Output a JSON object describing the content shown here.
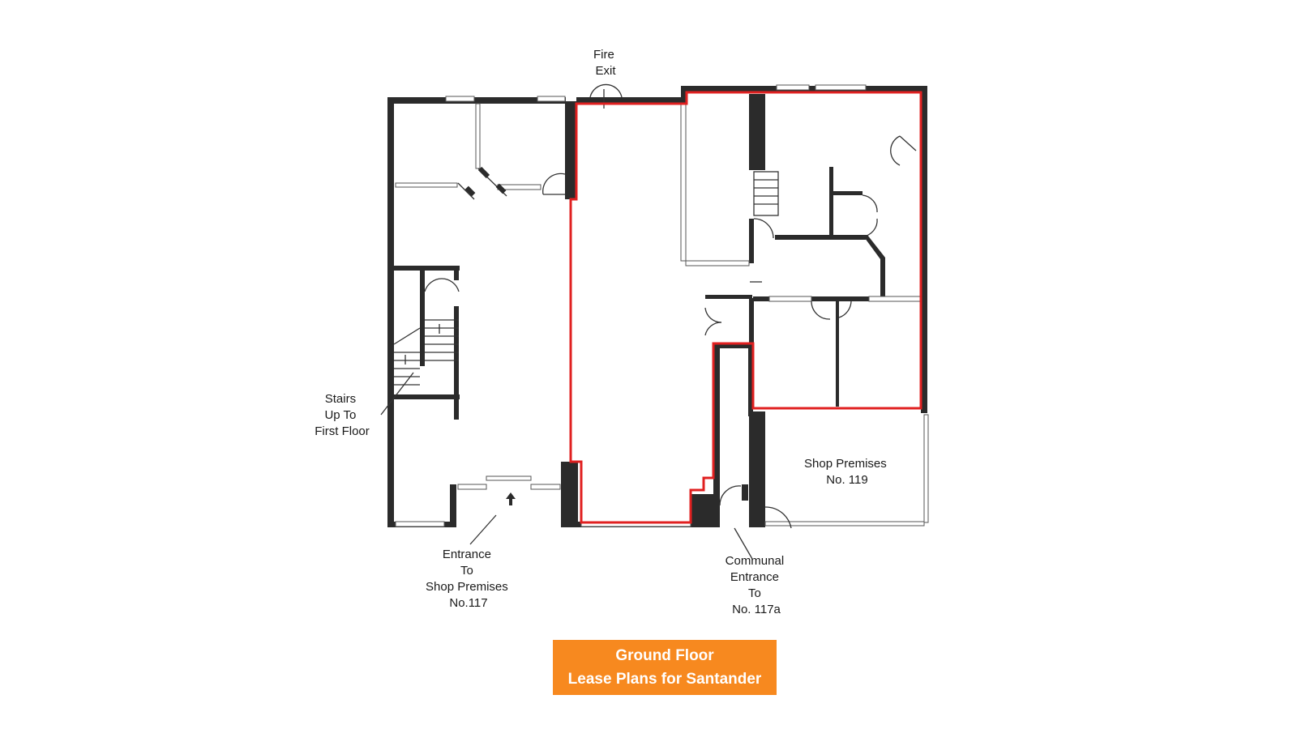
{
  "plan": {
    "labels": {
      "fire_exit": [
        "Fire",
        "Exit"
      ],
      "stairs": [
        "Stairs",
        "Up To",
        "First Floor"
      ],
      "entrance_117": [
        "Entrance",
        "To",
        "Shop Premises",
        "No.117"
      ],
      "shop_119": [
        "Shop Premises",
        "No. 119"
      ],
      "communal": [
        "Communal",
        "Entrance",
        "To",
        "No. 117a"
      ]
    },
    "colors": {
      "lease_line": "#e02020",
      "wall": "#2b2b2b"
    }
  },
  "caption": {
    "line1": "Ground Floor",
    "line2": "Lease Plans for Santander",
    "background": "#f7891f"
  }
}
